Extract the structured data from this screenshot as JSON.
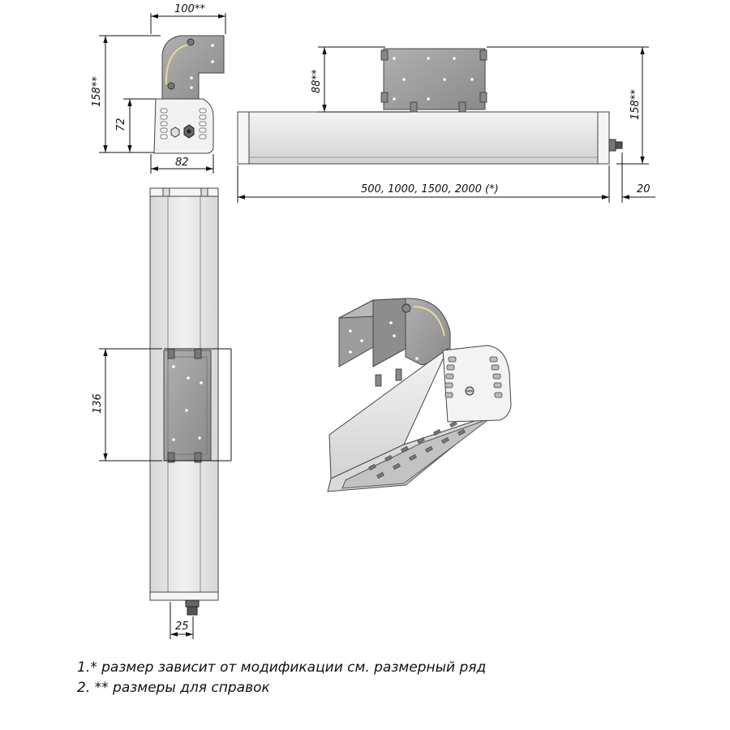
{
  "colors": {
    "housing": "#e9e9e9",
    "housing_dark": "#c9c9c9",
    "bracket": "#9d9d9d",
    "outline": "#444444",
    "dimension": "#111111",
    "accent_yellow": "#e8d98c"
  },
  "dimensions": {
    "top_width": "100**",
    "total_height": "158**",
    "driver_height": "72",
    "driver_width": "82",
    "bracket_height": "88**",
    "side_height": "158**",
    "length": "500, 1000, 1500, 2000 (*)",
    "cap_offset": "20",
    "mount_length": "136",
    "gland_offset": "25"
  },
  "notes": {
    "note1": "1.* размер зависит от модификации см. размерный ряд",
    "note2": "2.  ** размеры для справок"
  }
}
